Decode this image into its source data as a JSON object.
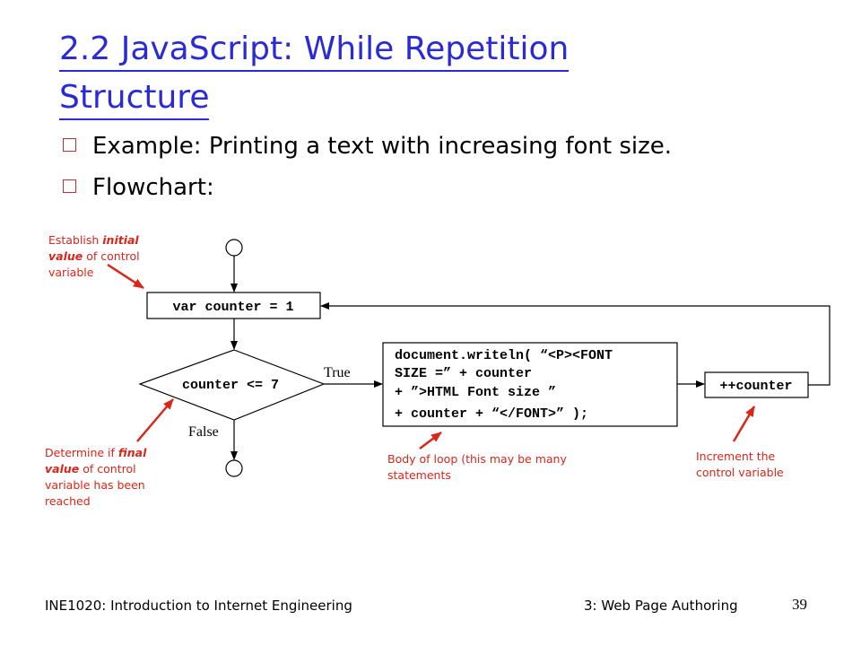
{
  "slide": {
    "title_line1": "2.2 JavaScript: While Repetition",
    "title_line2": "Structure",
    "bullets": [
      "Example: Printing a text with increasing font size.",
      "Flowchart:"
    ]
  },
  "flowchart": {
    "init_box": "var counter = 1",
    "condition": "counter <= 7",
    "true_label": "True",
    "false_label": "False",
    "body_lines": [
      "document.writeln( “<P><FONT",
      "SIZE =” + counter",
      "+ ”>HTML Font size ”",
      "+ counter + “</FONT>” );"
    ],
    "increment_box": "++counter"
  },
  "annotations": {
    "initial": {
      "pre": "Establish ",
      "italic1": "initial value",
      "post": " of control variable"
    },
    "final": {
      "pre": "Determine if ",
      "italic1": "final value",
      "post": " of control variable has been reached"
    },
    "body": "Body of loop (this may be many statements",
    "increment": "Increment the control variable"
  },
  "footer": {
    "course": "INE1020: Introduction to Internet Engineering",
    "section": "3: Web Page Authoring",
    "page": "39"
  },
  "colors": {
    "title": "#2b2bd6",
    "annotation": "#d8261a",
    "bullet_box": "#c03030"
  }
}
